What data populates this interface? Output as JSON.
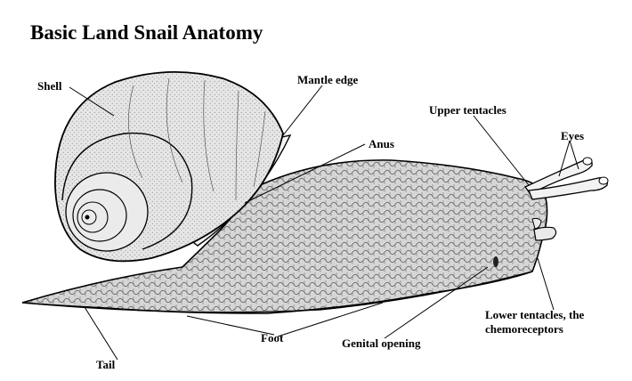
{
  "title": "Basic Land Snail Anatomy",
  "labels": {
    "shell": "Shell",
    "mantle_edge": "Mantle edge",
    "anus": "Anus",
    "upper_tentacles": "Upper tentacles",
    "eyes": "Eyes",
    "foot": "Foot",
    "genital_opening": "Genital opening",
    "lower_tentacles_line1": "Lower tentacles, the",
    "lower_tentacles_line2": "chemoreceptors",
    "tail": "Tail"
  },
  "colors": {
    "ink": "#000000",
    "paper": "#ffffff",
    "body_fill": "#d2d2d2",
    "shell_fill": "#e0e0e0"
  }
}
